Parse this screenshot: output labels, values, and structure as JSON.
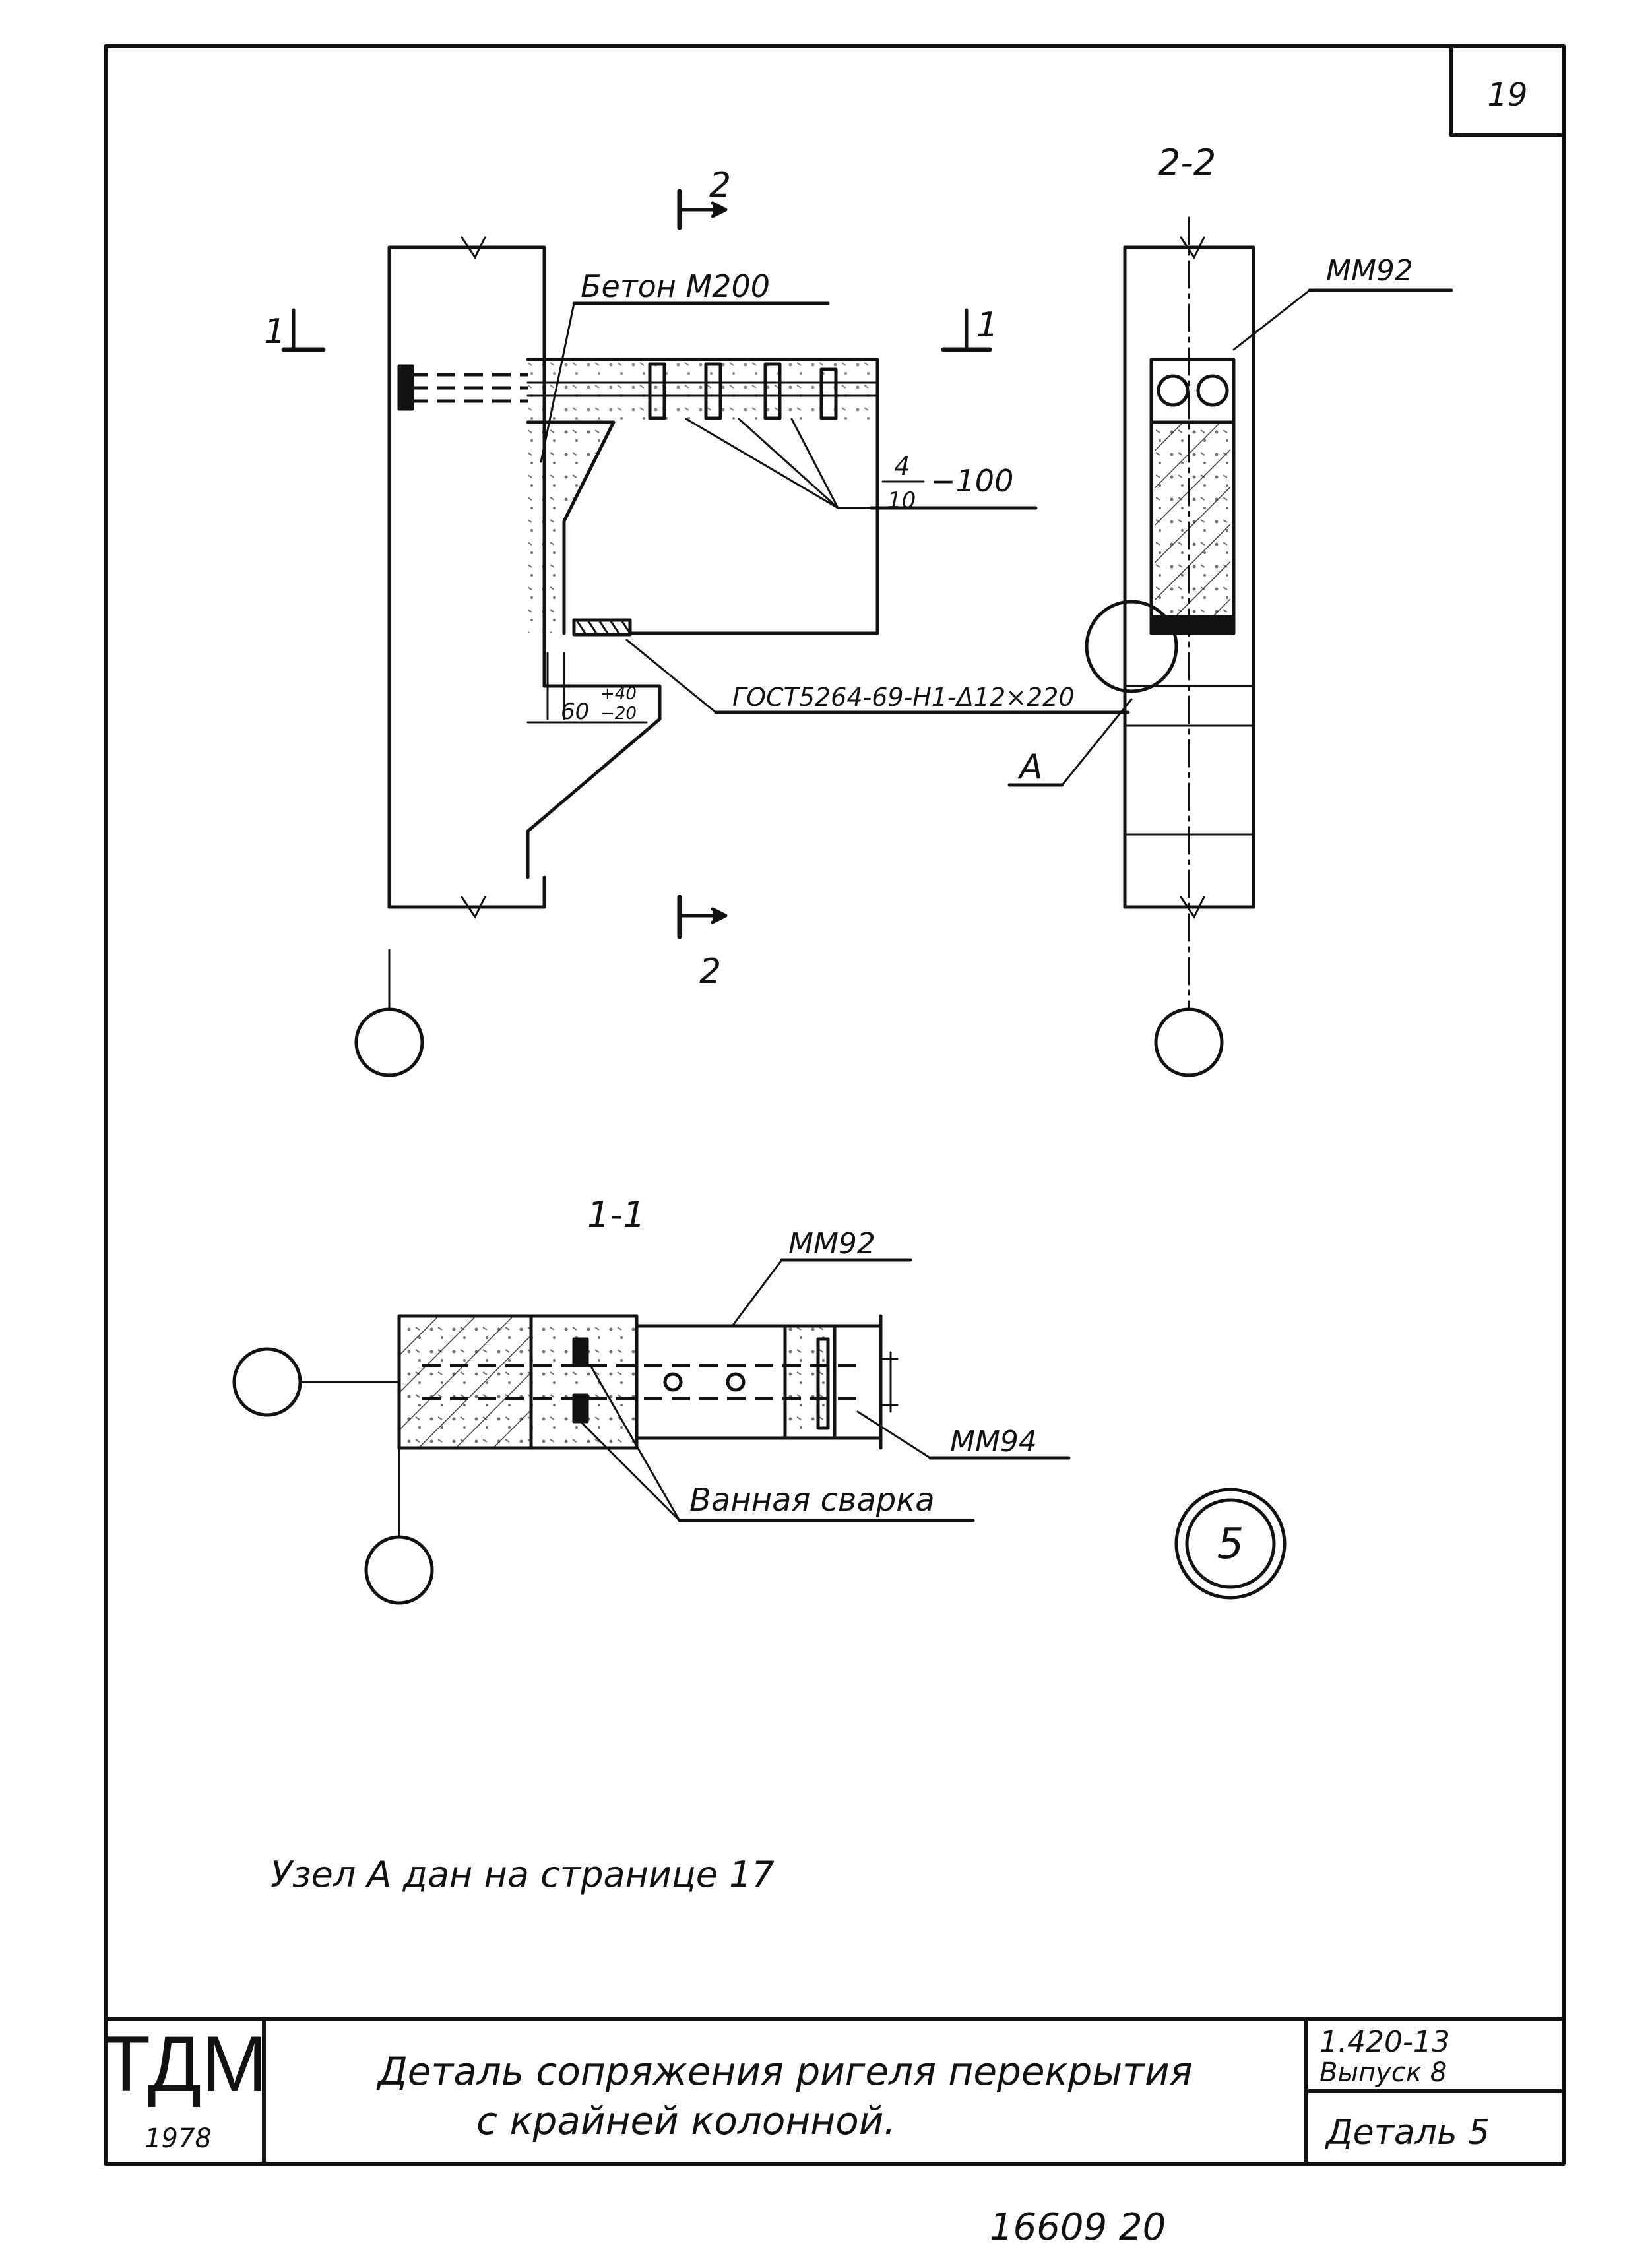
{
  "sheet": {
    "page_number": "19",
    "footer_number": "16609  20",
    "mark": "5"
  },
  "view_main": {
    "section_mark_2": "2",
    "section_mark_1": "1",
    "label_concrete": "Бетон М200",
    "label_rebar": "4/10 −100",
    "label_rebar_num": "4",
    "label_rebar_den": "10",
    "label_rebar_step": "−100",
    "label_plate": "ГОСТ5264-69-Н1-Δ12×220",
    "label_gap": "60",
    "label_gap_tol_top": "+40",
    "label_gap_tol_bottom": "−20"
  },
  "view_2_2": {
    "title": "2-2",
    "label_mm92": "ММ92",
    "node_label": "А"
  },
  "view_1_1": {
    "title": "1-1",
    "label_mm92": "ММ92",
    "label_mm94": "ММ94",
    "label_weld": "Ванная сварка"
  },
  "note": "Узел А дан на странице 17",
  "title_block": {
    "logo": "ТДМ",
    "year": "1978",
    "title_line1": "Деталь сопряжения ригеля перекрытия",
    "title_line2": "с крайней колонной.",
    "series": "1.420-13",
    "issue": "Выпуск 8",
    "detail": "Деталь 5"
  }
}
